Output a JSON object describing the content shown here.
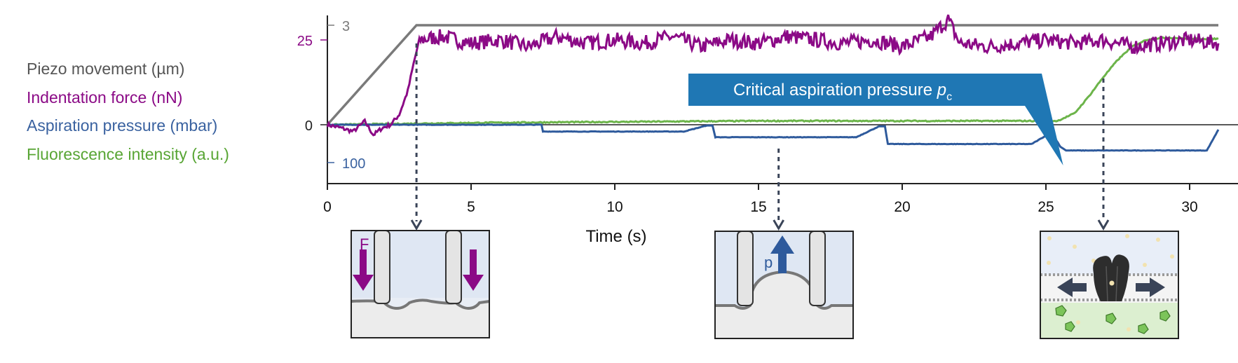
{
  "legend": [
    {
      "label": "Piezo movement (µm)",
      "color": "#555555"
    },
    {
      "label": "Indentation force (nN)",
      "color": "#8b0a86"
    },
    {
      "label": "Aspiration pressure (mbar)",
      "color": "#3a62a0"
    },
    {
      "label": "Fluorescence intensity (a.u.)",
      "color": "#58a534"
    }
  ],
  "colors": {
    "piezo": "#7a7a7a",
    "force": "#8b0a86",
    "pressure": "#2e5a9c",
    "fluorescence": "#6cb44a",
    "callout": "#1f77b4",
    "arrow": "#3a4458"
  },
  "chart_data": {
    "type": "line",
    "xlabel": "Time (s)",
    "xlim": [
      0,
      31
    ],
    "xticks": [
      "0",
      "5",
      "10",
      "15",
      "20",
      "25",
      "30"
    ],
    "ylabels": {
      "force_tick": "25",
      "zero_tick": "0",
      "piezo_tick": "3",
      "pressure_tick": "100"
    },
    "annotation": {
      "text": "Critical aspiration pressure ",
      "symbol": "p",
      "subscript": "c",
      "time": 25.6
    },
    "series": [
      {
        "name": "Piezo movement (µm)",
        "x": [
          0,
          3.1,
          31
        ],
        "y": [
          0,
          3,
          3
        ]
      },
      {
        "name": "Indentation force (nN)",
        "x": [
          0,
          0.5,
          0.9,
          1.3,
          1.6,
          1.9,
          2.2,
          2.5,
          2.8,
          3.0,
          3.2,
          4,
          5,
          6,
          7,
          8,
          9,
          10,
          11,
          12,
          13,
          14,
          15,
          16,
          17,
          18,
          19,
          20,
          21,
          21.6,
          22,
          23,
          24,
          25,
          26,
          27,
          28,
          29,
          30,
          31
        ],
        "y": [
          0,
          -1,
          -2,
          1,
          -3,
          -1,
          0,
          3,
          10,
          18,
          25,
          26,
          24,
          25,
          23,
          26,
          24,
          25,
          24,
          26,
          23,
          25,
          24,
          26,
          25,
          24,
          25,
          23,
          26,
          31,
          24,
          23,
          24,
          25,
          24,
          25,
          23,
          24,
          25,
          24
        ]
      },
      {
        "name": "Aspiration pressure (mbar)",
        "x": [
          0,
          7.45,
          7.5,
          12.4,
          13.2,
          13.4,
          13.5,
          18.4,
          19.2,
          19.4,
          19.5,
          24.5,
          25.2,
          25.5,
          25.7,
          30.6,
          31
        ],
        "y": [
          0,
          0,
          -18,
          -18,
          -2,
          -2,
          -33,
          -33,
          -4,
          -4,
          -51,
          -51,
          -20,
          -58,
          -68,
          -68,
          -13
        ]
      },
      {
        "name": "Fluorescence intensity (a.u.)",
        "x": [
          0,
          5,
          10,
          15,
          20,
          25.4,
          26,
          26.5,
          27,
          27.5,
          28,
          28.5,
          29,
          29.5,
          30,
          31
        ],
        "y": [
          0,
          2,
          3,
          4,
          4,
          4,
          12,
          30,
          50,
          68,
          82,
          89,
          91,
          91,
          90,
          90
        ]
      }
    ],
    "insets": [
      {
        "name": "indentation",
        "label": "F",
        "time": 3.1
      },
      {
        "name": "aspiration",
        "label": "p",
        "time": 15.7
      },
      {
        "name": "fluorescence",
        "label": "",
        "time": 27.0
      }
    ]
  }
}
